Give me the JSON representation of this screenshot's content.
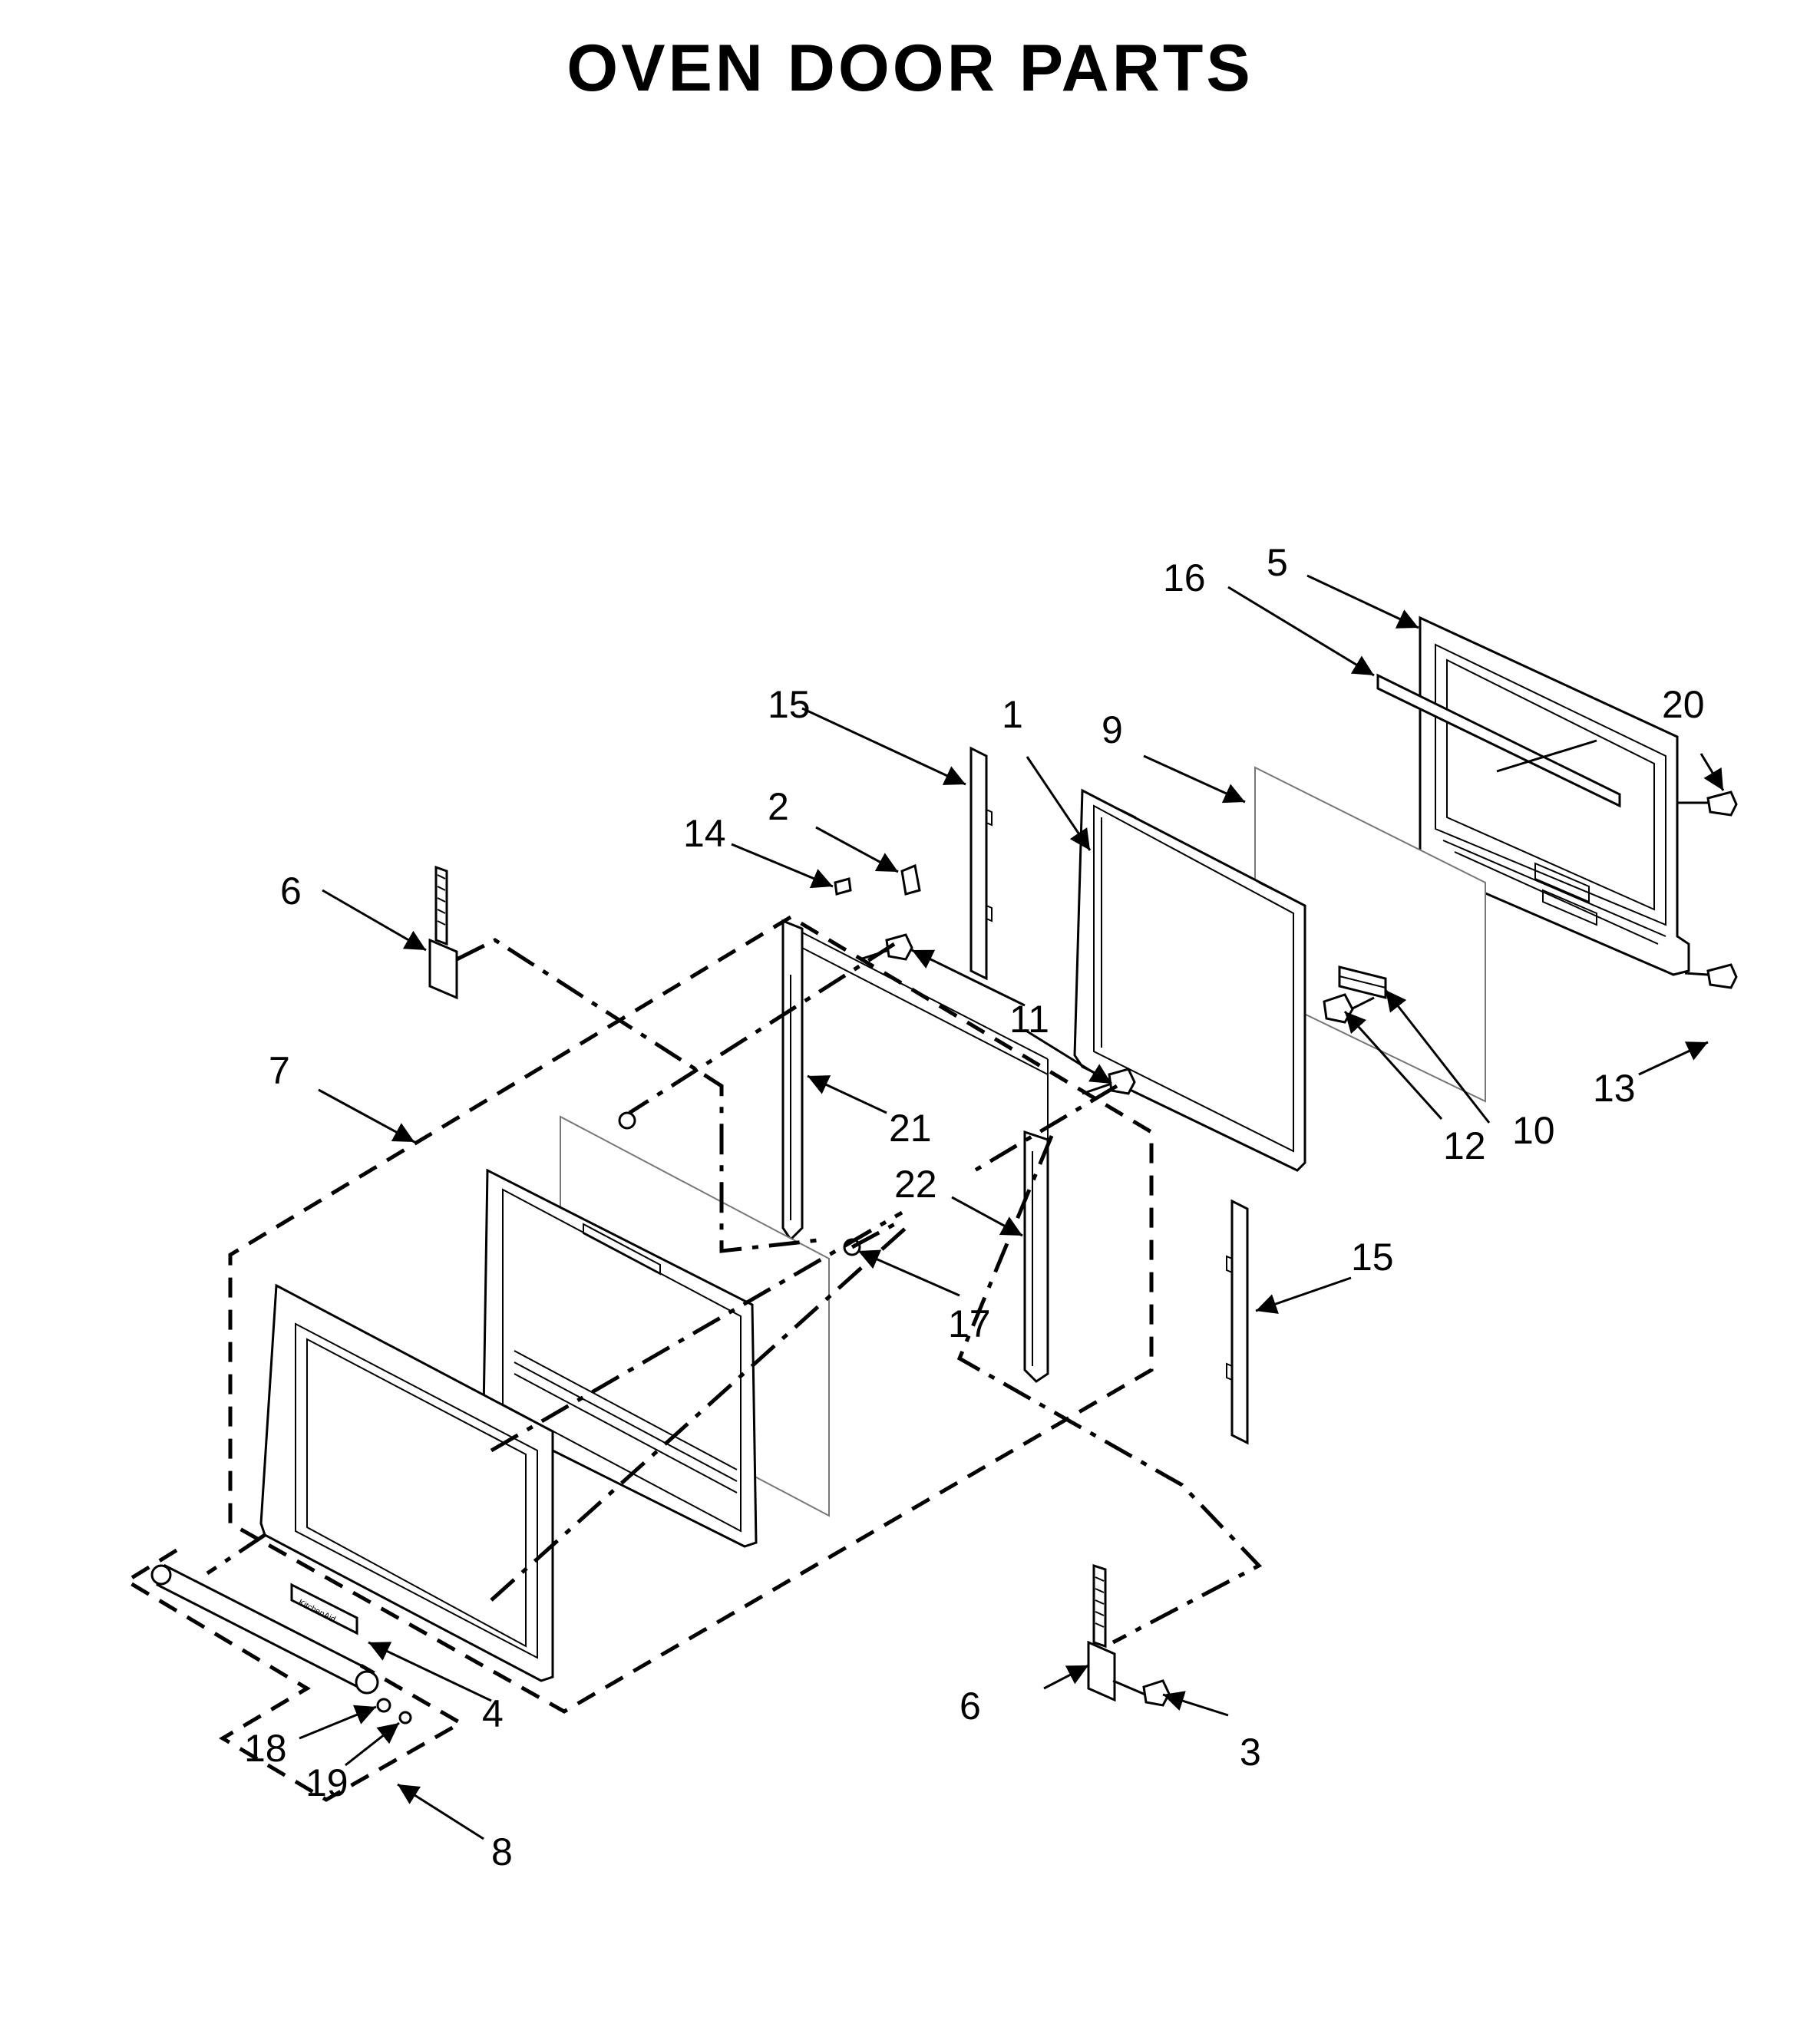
{
  "title": "OVEN DOOR PARTS",
  "callouts": {
    "c1": "1",
    "c2": "2",
    "c3": "3",
    "c4": "4",
    "c5": "5",
    "c6a": "6",
    "c6b": "6",
    "c7": "7",
    "c8": "8",
    "c9": "9",
    "c10": "10",
    "c11": "11",
    "c12": "12",
    "c13": "13",
    "c14": "14",
    "c15a": "15",
    "c15b": "15",
    "c16": "16",
    "c17": "17",
    "c18": "18",
    "c19": "19",
    "c20": "20",
    "c21": "21",
    "c22": "22"
  }
}
